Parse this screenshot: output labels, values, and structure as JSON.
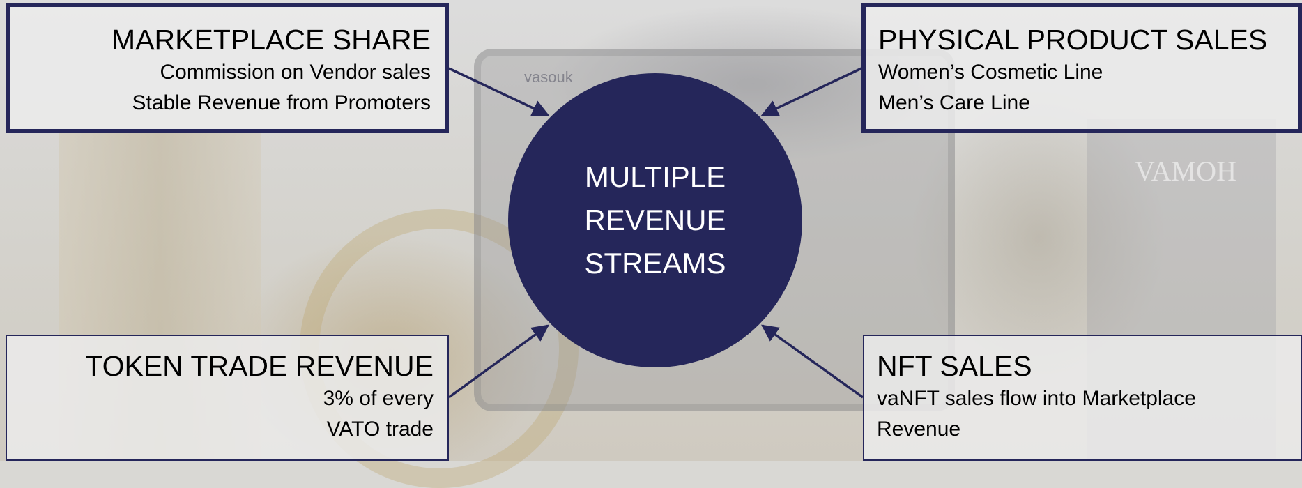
{
  "hub": {
    "lines": [
      "MULTIPLE",
      "REVENUE",
      "STREAMS"
    ]
  },
  "cards": {
    "marketplace_share": {
      "title": "MARKETPLACE SHARE",
      "lines": [
        "Commission on Vendor sales",
        "Stable Revenue from Promoters"
      ]
    },
    "physical_product_sales": {
      "title": "PHYSICAL PRODUCT SALES",
      "lines": [
        "Women’s Cosmetic Line",
        "Men’s Care Line"
      ]
    },
    "token_trade_revenue": {
      "title": "TOKEN TRADE REVENUE",
      "lines": [
        "3% of every",
        "VATO trade"
      ]
    },
    "nft_sales": {
      "title": "NFT SALES",
      "lines": [
        "vaNFT sales flow into Marketplace",
        "Revenue"
      ]
    }
  },
  "background": {
    "brand_words": [
      "VAMOH",
      "vasouk"
    ]
  },
  "colors": {
    "navy": "#25265a",
    "card_bg": "#ececec",
    "text": "#000000",
    "hub_text": "#ffffff"
  }
}
